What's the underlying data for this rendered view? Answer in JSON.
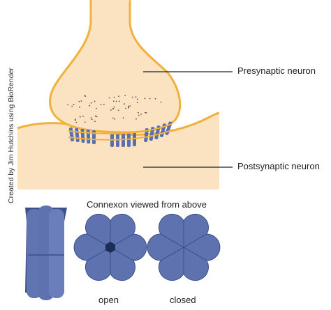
{
  "labels": {
    "presynaptic": "Presynaptic neuron",
    "postsynaptic": "Postsynaptic neuron",
    "connexon_title": "Connexon viewed from above",
    "open": "open",
    "closed": "closed"
  },
  "credit": "Created by Jim Hutchins using BioRender",
  "colors": {
    "cell_fill": "#fbe3c2",
    "membrane": "#f0b13d",
    "connexon": "#5a6fae",
    "connexon_edge": "#3b4f8a",
    "pore": "#1e2d55"
  }
}
